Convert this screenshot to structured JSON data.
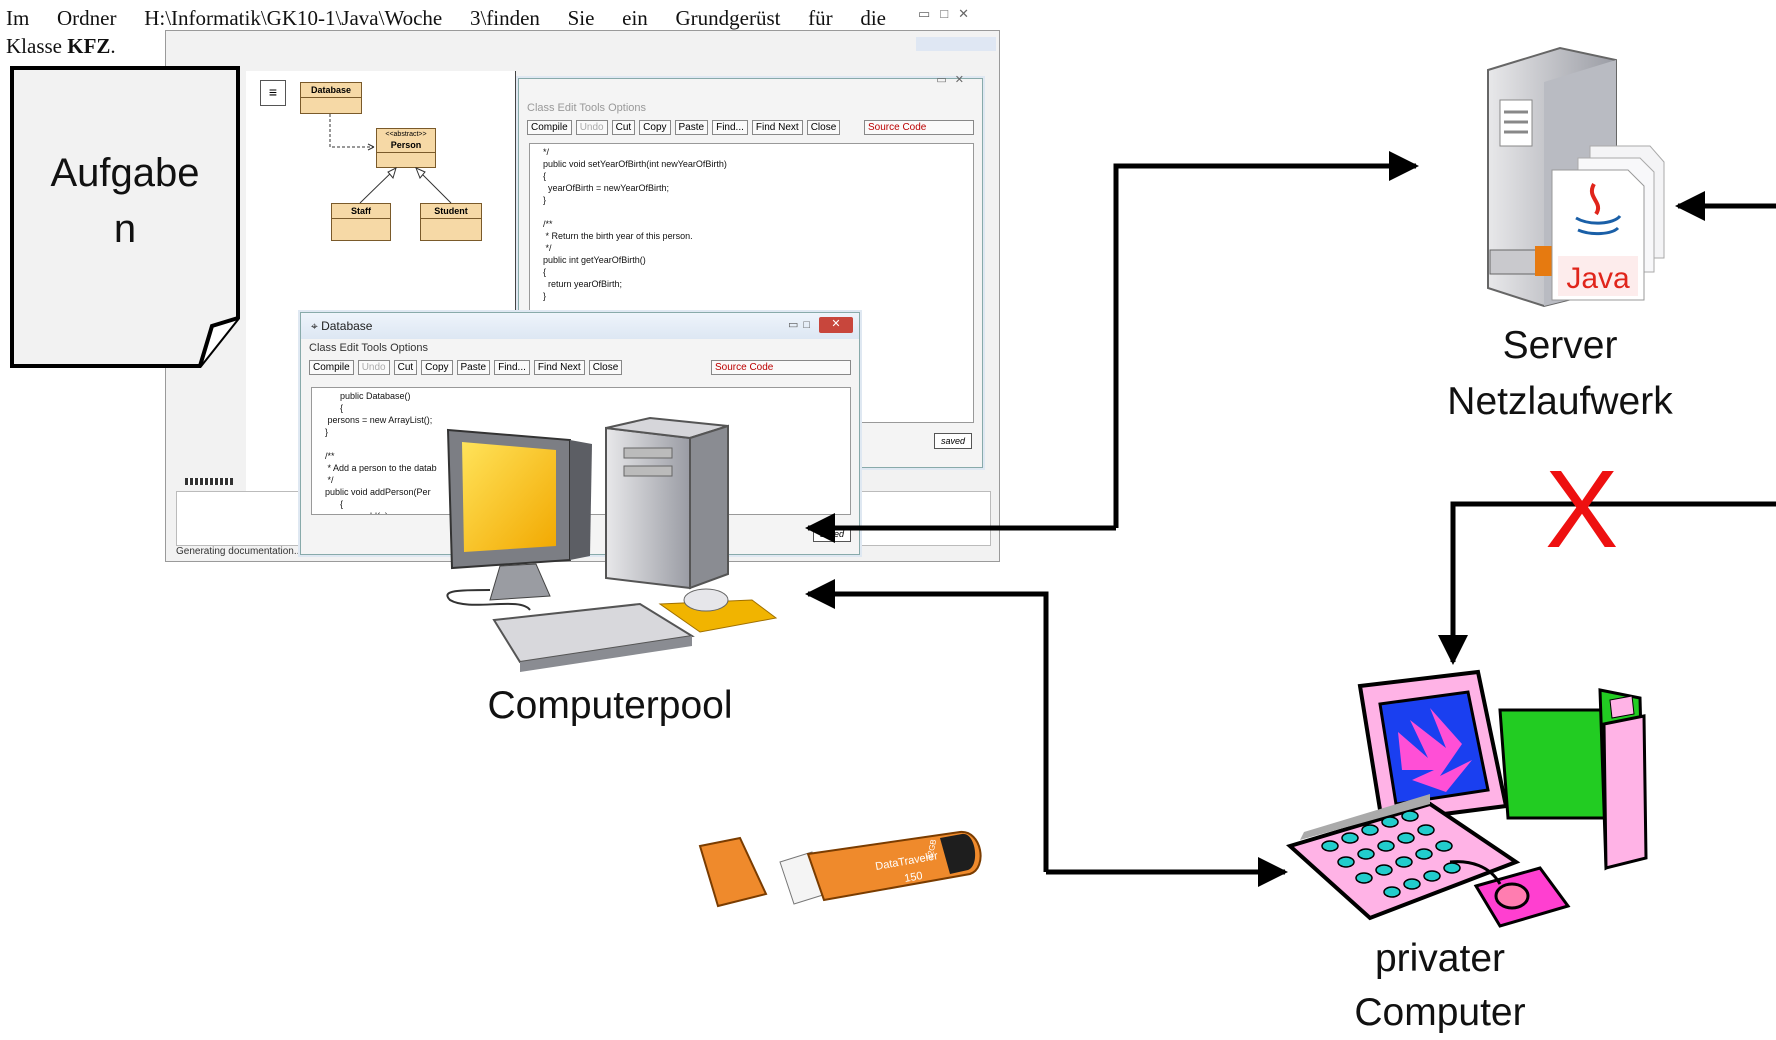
{
  "intro": {
    "line1_words": [
      "Im",
      "Ordner",
      "H:\\Informatik\\GK10-1\\Java\\Woche",
      "3\\finden",
      "Sie",
      "ein",
      "Grundgerüst",
      "für",
      "die"
    ],
    "line2_prefix": "Klasse ",
    "line2_bold": "KFZ",
    "line2_suffix": "."
  },
  "note": {
    "label_line1": "Aufgabe",
    "label_line2": "n"
  },
  "ide": {
    "uml": {
      "database": "Database",
      "person_stereotype": "<<abstract>>",
      "person": "Person",
      "staff": "Staff",
      "student": "Student"
    },
    "person_window": {
      "menu": "Class  Edit  Tools  Options",
      "buttons": [
        "Compile",
        "Undo",
        "Cut",
        "Copy",
        "Paste",
        "Find...",
        "Find Next",
        "Close"
      ],
      "dropdown": "Source Code",
      "code": "  */\n  public void setYearOfBirth(int newYearOfBirth)\n  {\n    yearOfBirth = newYearOfBirth;\n  }\n\n  /**\n   * Return the birth year of this person.\n   */\n  public int getYearOfBirth()\n  {\n    return yearOfBirth;\n  }\n\n  /**",
      "saved": "saved"
    },
    "database_window": {
      "title": "Database",
      "menu": "Class  Edit  Tools  Options",
      "buttons": [
        "Compile",
        "Undo",
        "Cut",
        "Copy",
        "Paste",
        "Find...",
        "Find Next",
        "Close"
      ],
      "dropdown": "Source Code",
      "code": "        public Database()\n        {\n   persons = new ArrayList();\n  }\n\n  /**\n   * Add a person to the datab\n   */\n  public void addPerson(Per\n        {\n   persons.add(p);",
      "saved": "saved"
    },
    "status": "Generating documentation... D"
  },
  "labels": {
    "server_line1": "Server",
    "server_line2": "Netzlaufwerk",
    "computerpool": "Computerpool",
    "private_line1": "privater",
    "private_line2": "Computer",
    "blocked_mark": "X",
    "java_logo": "Java",
    "usb_brand": "DataTraveler",
    "usb_model": "150",
    "usb_capacity": "32GB"
  },
  "colors": {
    "arrow": "#000000",
    "cross": "#ee1010",
    "usb": "#ef8a2c",
    "monitor_screen": "#f7b400"
  }
}
